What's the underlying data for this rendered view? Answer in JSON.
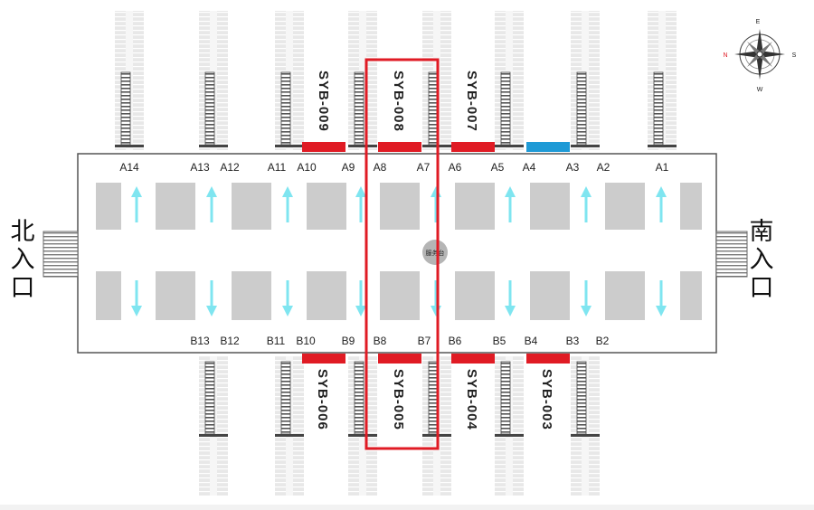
{
  "entrances": {
    "north": [
      "北",
      "入",
      "口"
    ],
    "south": [
      "南",
      "入",
      "口"
    ]
  },
  "service_desk": "服务台",
  "gates_top": [
    "A14",
    "A13",
    "A12",
    "A11",
    "A10",
    "A9",
    "A8",
    "A7",
    "A6",
    "A5",
    "A4",
    "A3",
    "A2",
    "A1"
  ],
  "gates_bottom": [
    "B13",
    "B12",
    "B11",
    "B10",
    "B9",
    "B8",
    "B7",
    "B6",
    "B5",
    "B4",
    "B3",
    "B2"
  ],
  "stand_codes_top": [
    "SYB-009",
    "SYB-008",
    "SYB-007"
  ],
  "stand_codes_bottom": [
    "SYB-006",
    "SYB-005",
    "SYB-004",
    "SYB-003"
  ],
  "compass": {
    "north": "N",
    "south": "S",
    "east": "E",
    "west": "W"
  },
  "colors": {
    "stand_highlight": "#e01b24",
    "stand_available": "#1e9ad6",
    "selection_outline": "#e01b24",
    "walkway_arrow": "#7fe5f0",
    "hall_block": "#cccccc"
  }
}
